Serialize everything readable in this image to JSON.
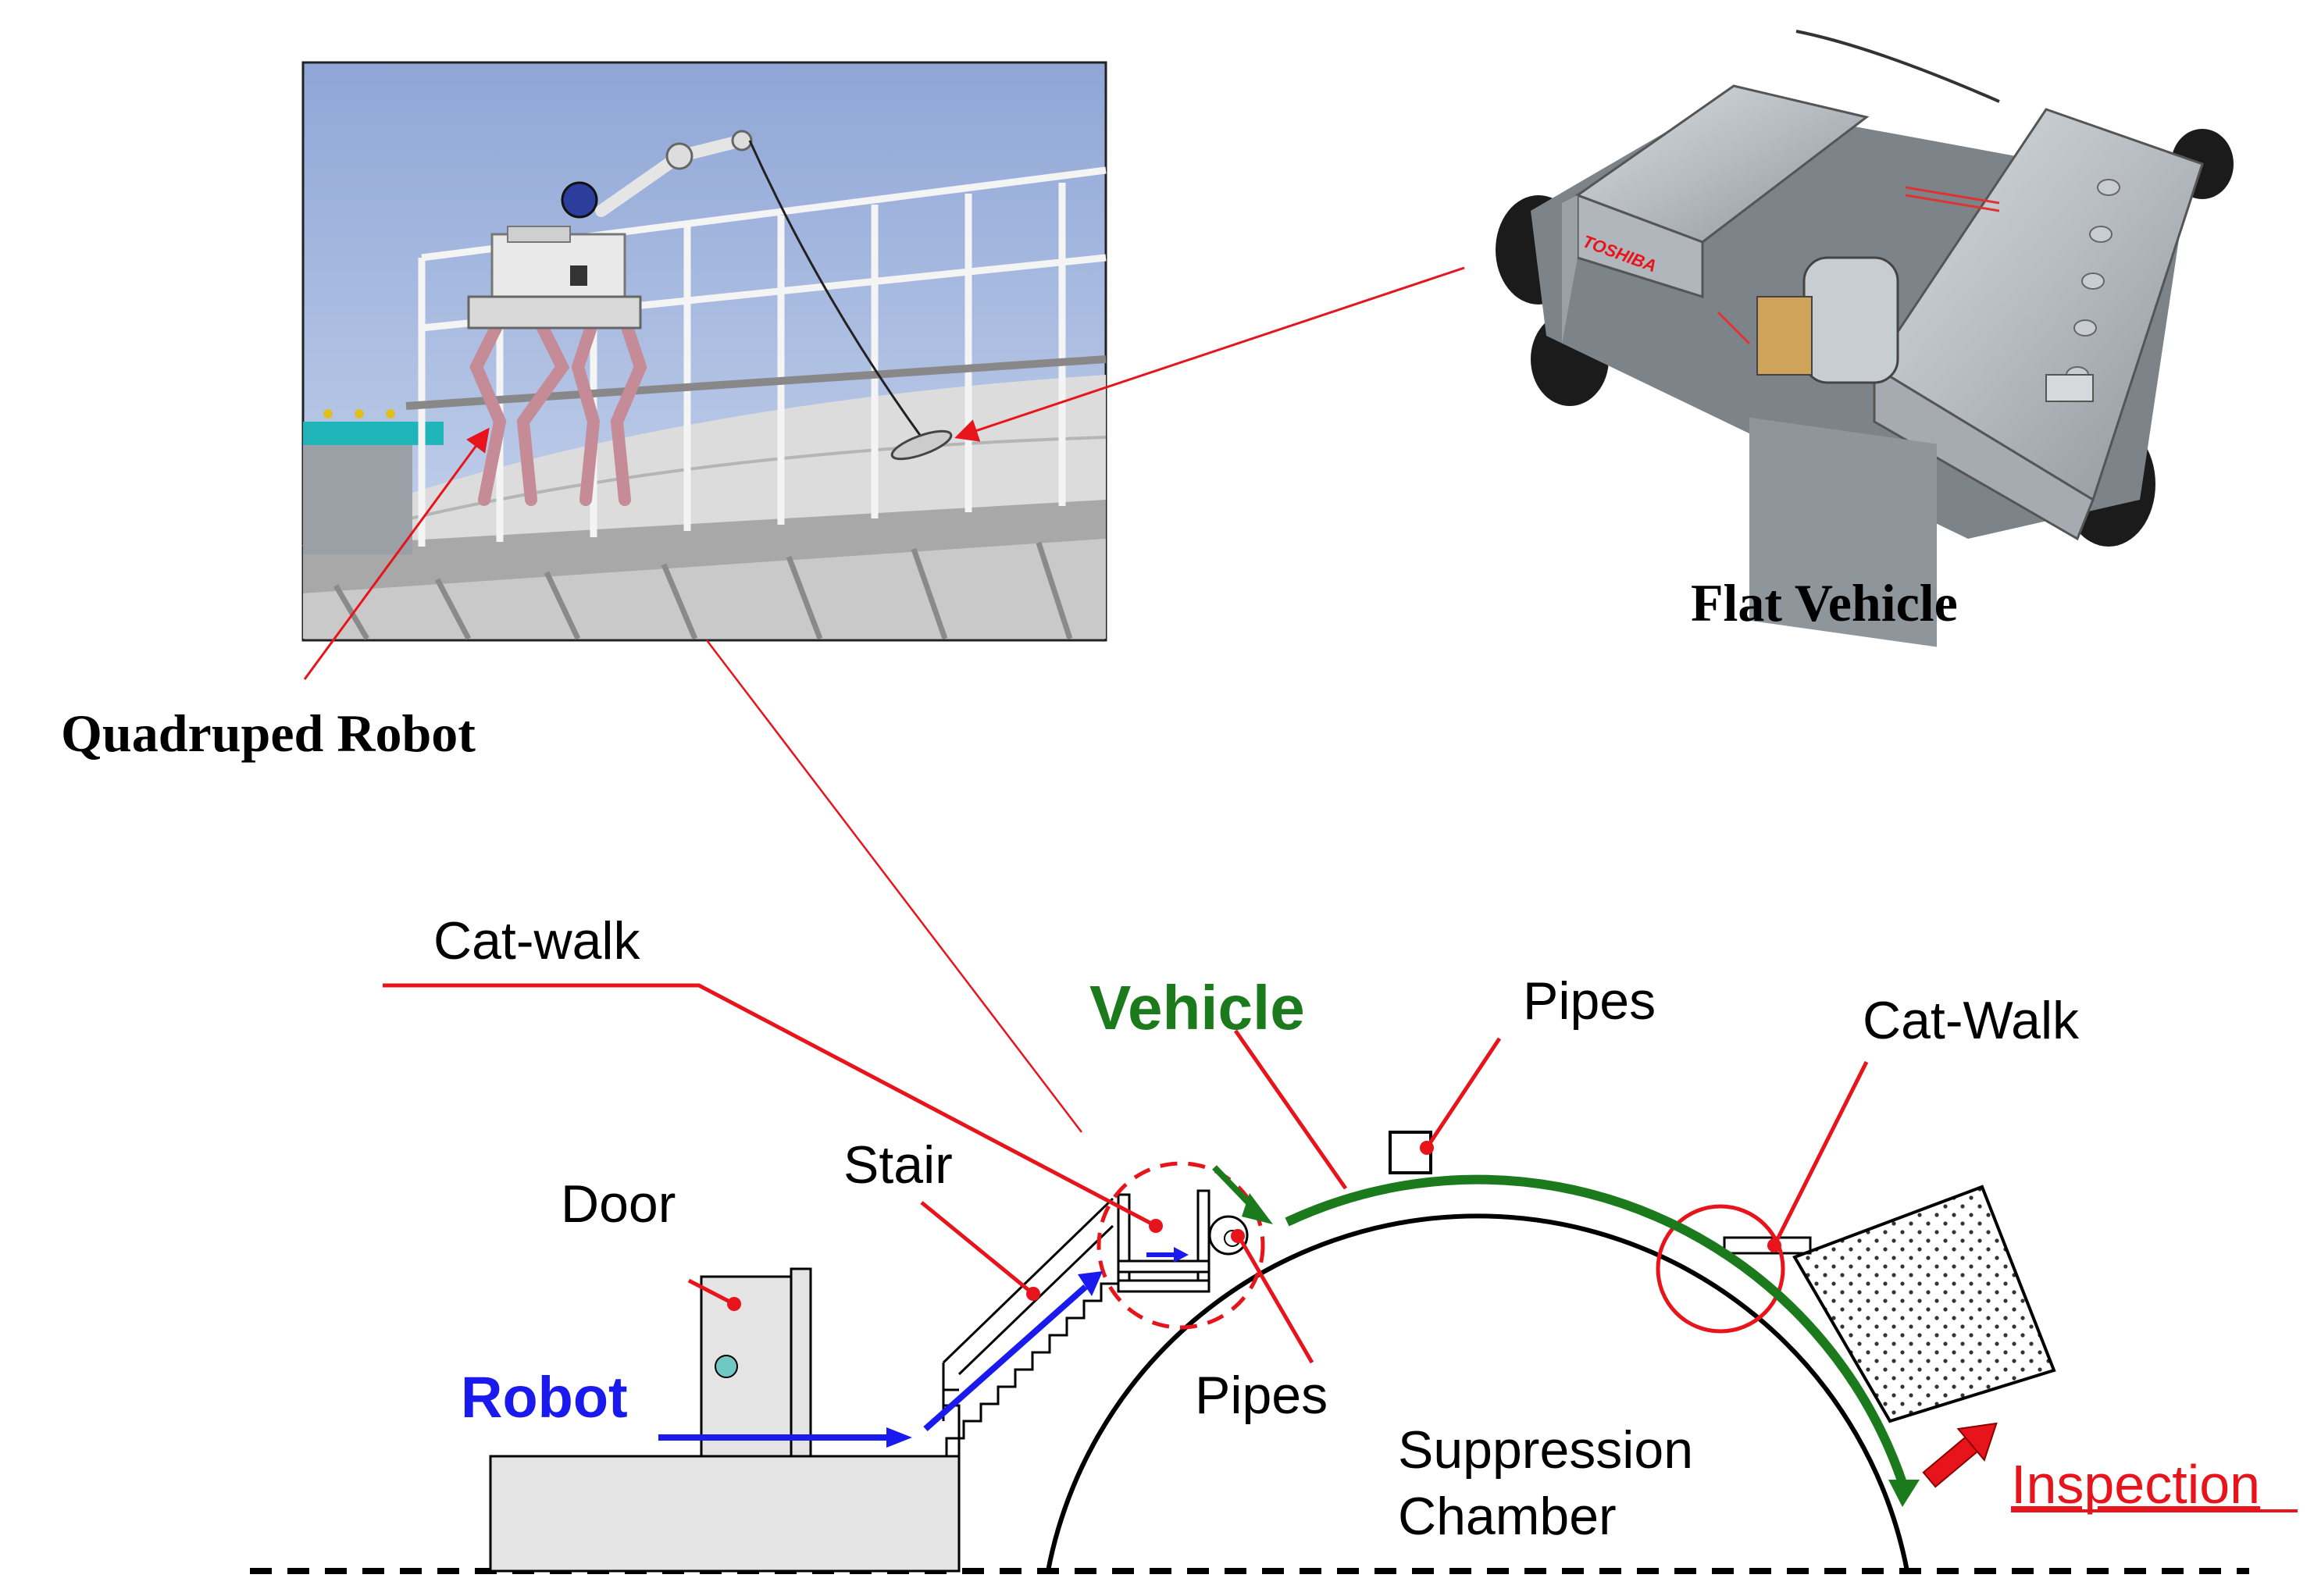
{
  "labels": {
    "quadruped_robot": "Quadruped Robot",
    "flat_vehicle": "Flat Vehicle",
    "cat_walk_left": "Cat-walk",
    "vehicle": "Vehicle",
    "pipes_top": "Pipes",
    "cat_walk_right": "Cat-Walk",
    "stair": "Stair",
    "door": "Door",
    "robot": "Robot",
    "pipes_bottom": "Pipes",
    "suppression_line1": "Suppression",
    "suppression_line2": "Chamber",
    "inspection": "Inspection",
    "vehicle_brand": "TOSHIBA"
  },
  "colors": {
    "red": "#e8141b",
    "green": "#1b7a1b",
    "blue": "#1a1aee",
    "black": "#000000"
  }
}
